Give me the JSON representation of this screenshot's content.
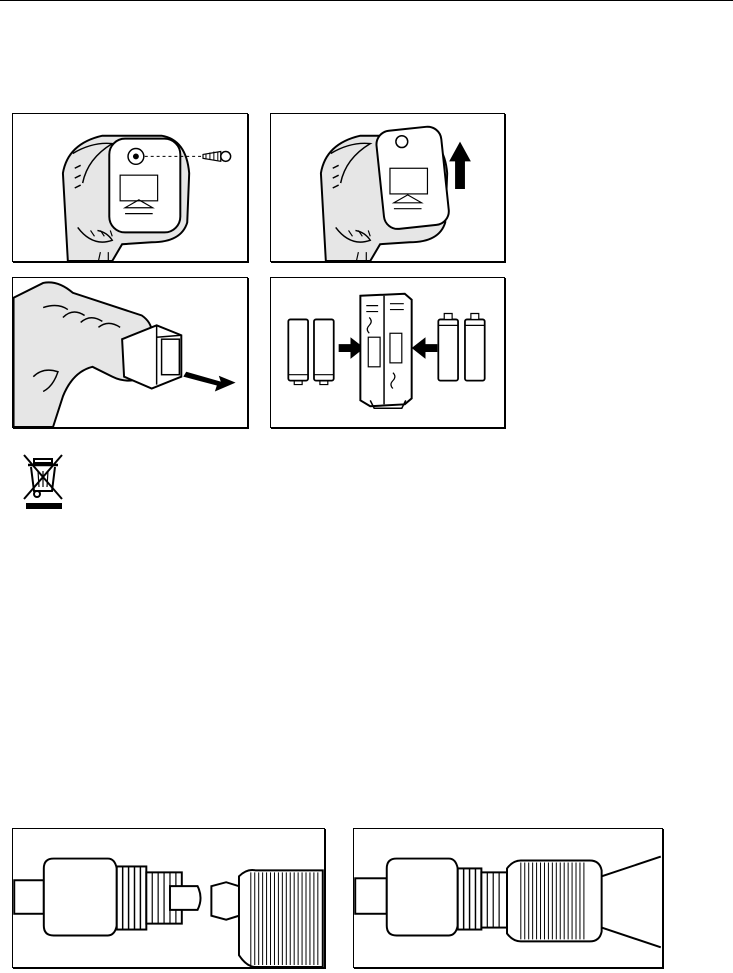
{
  "figures": [
    {
      "id": "open-cover-screw",
      "depicts": "device-back-with-screw"
    },
    {
      "id": "lift-cover",
      "depicts": "battery-cover-lifted"
    },
    {
      "id": "pull-battery-holder",
      "depicts": "battery-holder-pulled-out"
    },
    {
      "id": "insert-batteries",
      "depicts": "batteries-into-holder"
    },
    {
      "id": "cable-connectors-apart",
      "depicts": "cable-and-connector-separate"
    },
    {
      "id": "cable-connectors-joined",
      "depicts": "cable-and-connector-joined"
    }
  ],
  "icons": {
    "disposal": "crossed-out-wheelie-bin-icon"
  },
  "colors": {
    "ink": "#000000",
    "paper": "#ffffff",
    "shade": "#d8d8d8"
  }
}
